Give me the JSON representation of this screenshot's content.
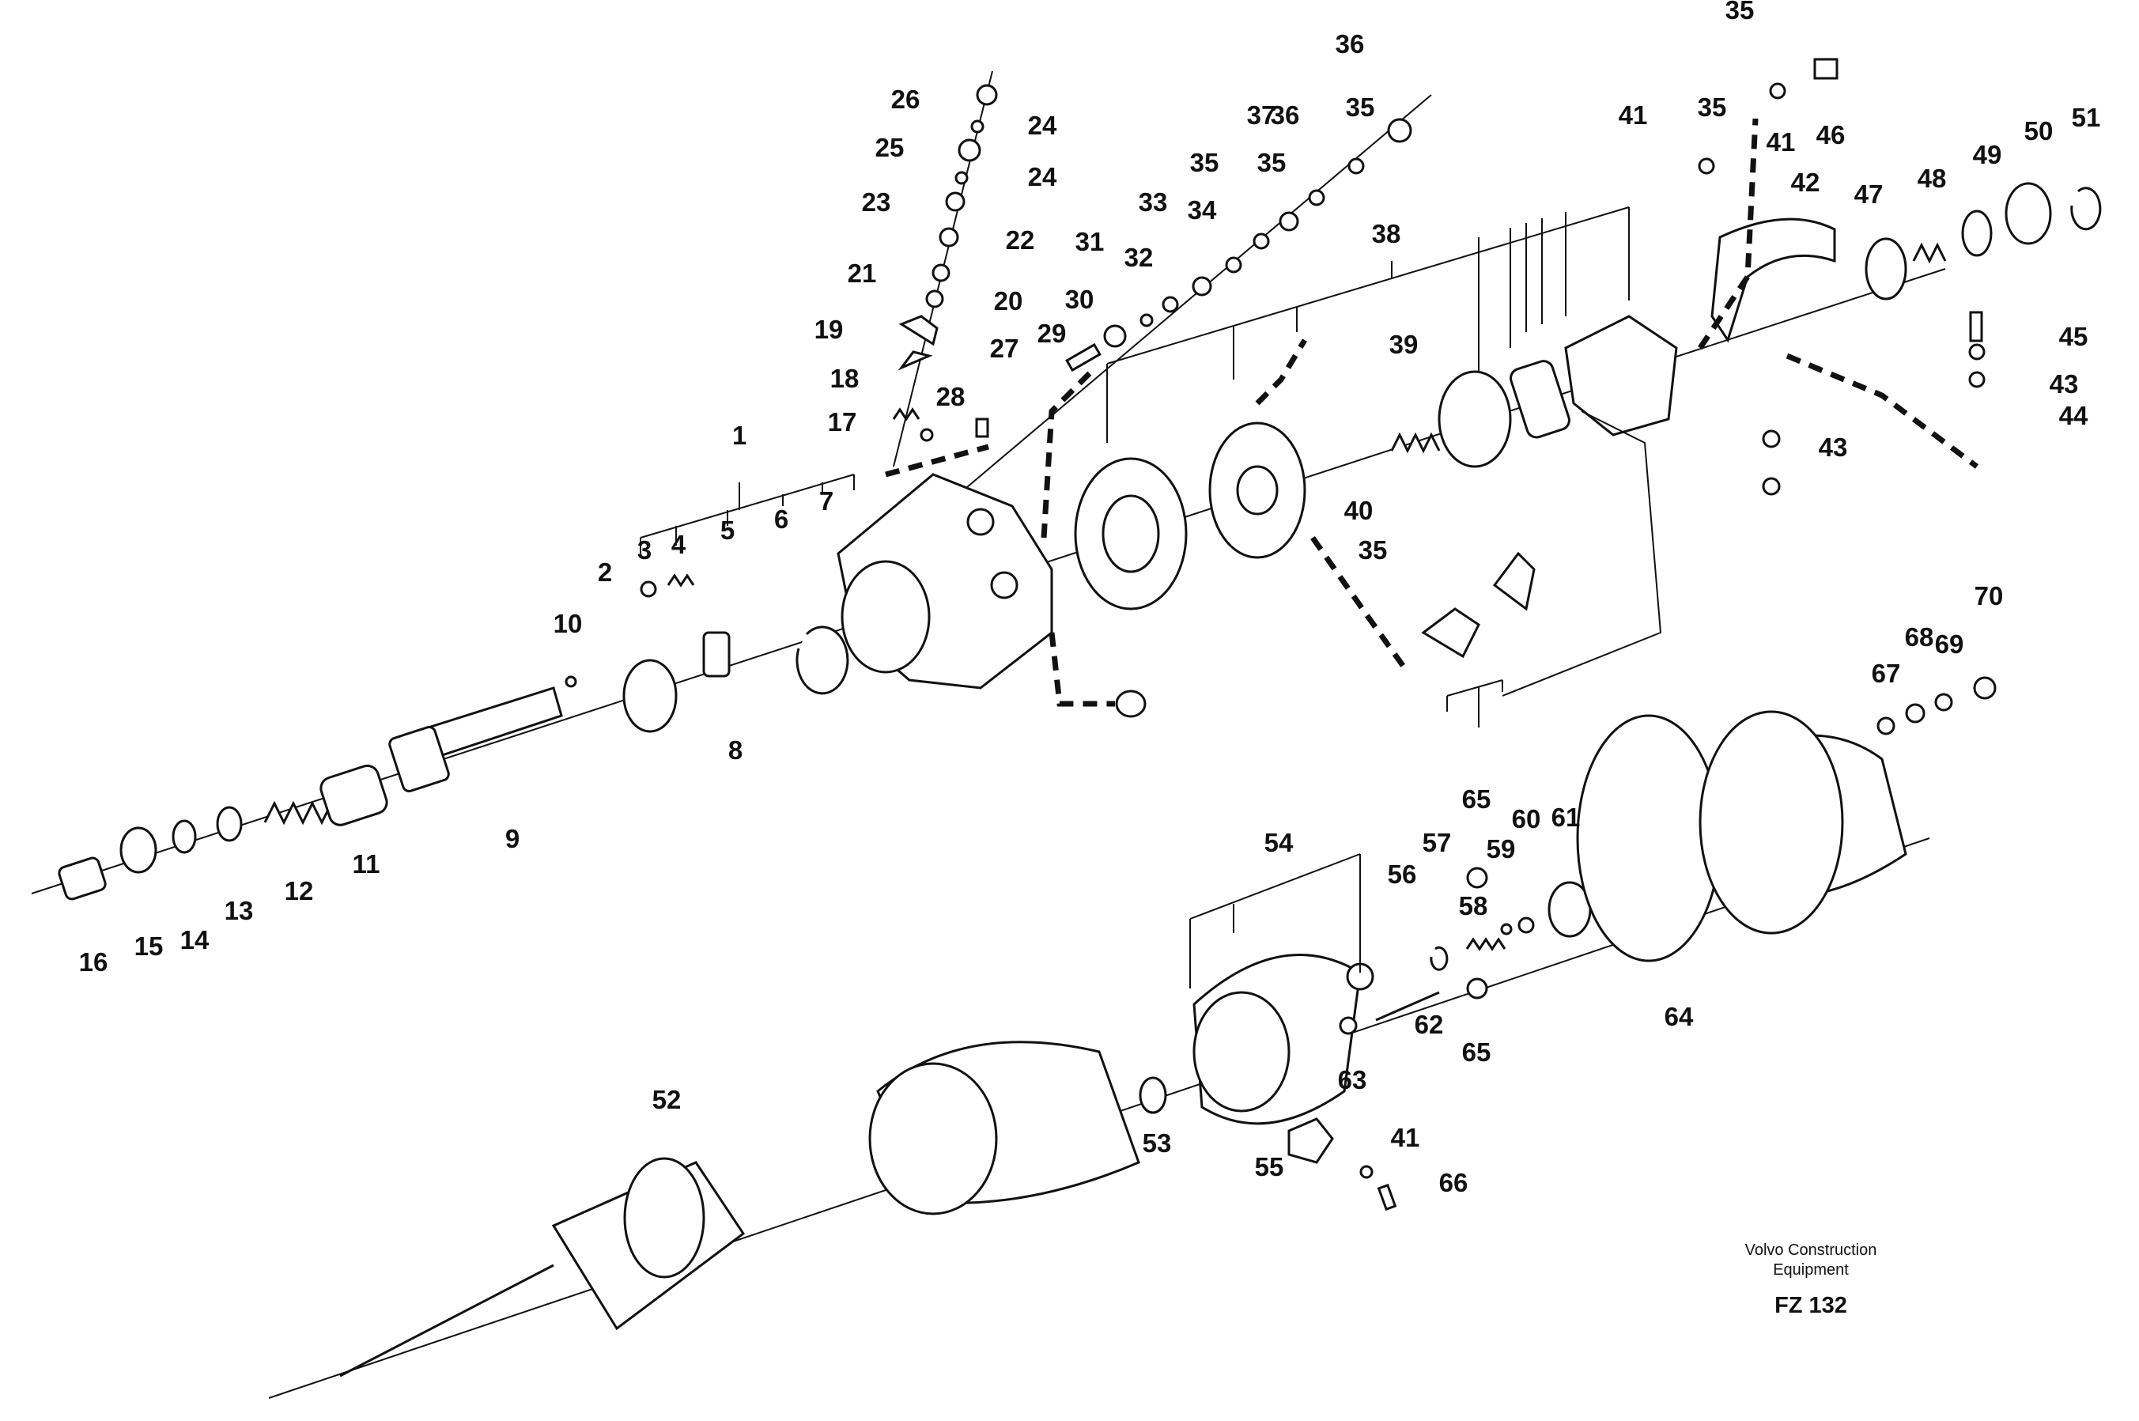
{
  "labels": [
    "1",
    "2",
    "3",
    "4",
    "5",
    "6",
    "7",
    "8",
    "9",
    "10",
    "11",
    "12",
    "13",
    "14",
    "15",
    "16",
    "17",
    "18",
    "19",
    "20",
    "21",
    "22",
    "23",
    "24",
    "24",
    "25",
    "26",
    "27",
    "28",
    "29",
    "30",
    "31",
    "32",
    "33",
    "34",
    "35",
    "35",
    "35",
    "35",
    "35",
    "35",
    "36",
    "36",
    "37",
    "38",
    "39",
    "40",
    "41",
    "41",
    "41",
    "42",
    "43",
    "43",
    "44",
    "45",
    "46",
    "47",
    "48",
    "49",
    "50",
    "51",
    "52",
    "53",
    "54",
    "55",
    "56",
    "57",
    "58",
    "59",
    "60",
    "61",
    "62",
    "63",
    "64",
    "65",
    "65",
    "66",
    "67",
    "68",
    "69",
    "70"
  ],
  "caption": {
    "line1": "Volvo Construction",
    "line2": "Equipment",
    "ref": "FZ 132"
  }
}
